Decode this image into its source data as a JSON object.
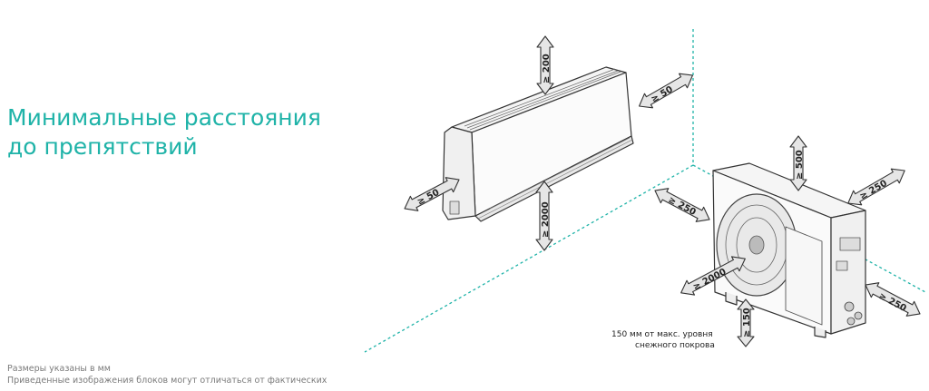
{
  "title": {
    "line1": "Минимальные расстояния",
    "line2": "до препятствий"
  },
  "footnote": {
    "line1": "Размеры указаны в мм",
    "line2": "Приведенные изображения блоков могут отличаться от фактических"
  },
  "indoor_unit": {
    "top_clearance": "≥ 200",
    "bottom_clearance": "≥ 2000",
    "left_clearance": "≥ 50",
    "right_clearance": "≥ 50"
  },
  "outdoor_unit": {
    "top_clearance": "≥ 500",
    "rear_clearance": "≥ 250",
    "left_clearance": "≥ 250",
    "right_clearance": "≥ 250",
    "front_clearance": "≥ 2000",
    "bottom_clearance": "≥ 150",
    "snow_note_line1": "150 мм от макс. уровня",
    "snow_note_line2": "снежного покрова"
  },
  "colors": {
    "accent": "#1fb3a8",
    "guide_lines": "#1fb3a8",
    "arrow_fill": "#e6e6e6",
    "outline": "#333333"
  },
  "icons": [
    "indoor-ac-unit",
    "outdoor-ac-unit",
    "double-arrow"
  ]
}
